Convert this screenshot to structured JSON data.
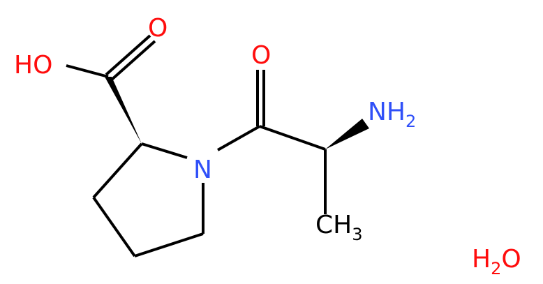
{
  "molecule": {
    "colors": {
      "bond": "#000000",
      "oxygen": "#ff0d0d",
      "nitrogen": "#3050f8"
    },
    "labels": {
      "hydroxyl": "HO",
      "carboxyl_oxygen": "O",
      "amide_oxygen": "O",
      "ring_nitrogen": "N",
      "amine_main": "NH",
      "amine_sub": "2",
      "methyl_main": "CH",
      "methyl_sub": "3",
      "water_h": "H",
      "water_sub": "2",
      "water_o": "O"
    }
  }
}
